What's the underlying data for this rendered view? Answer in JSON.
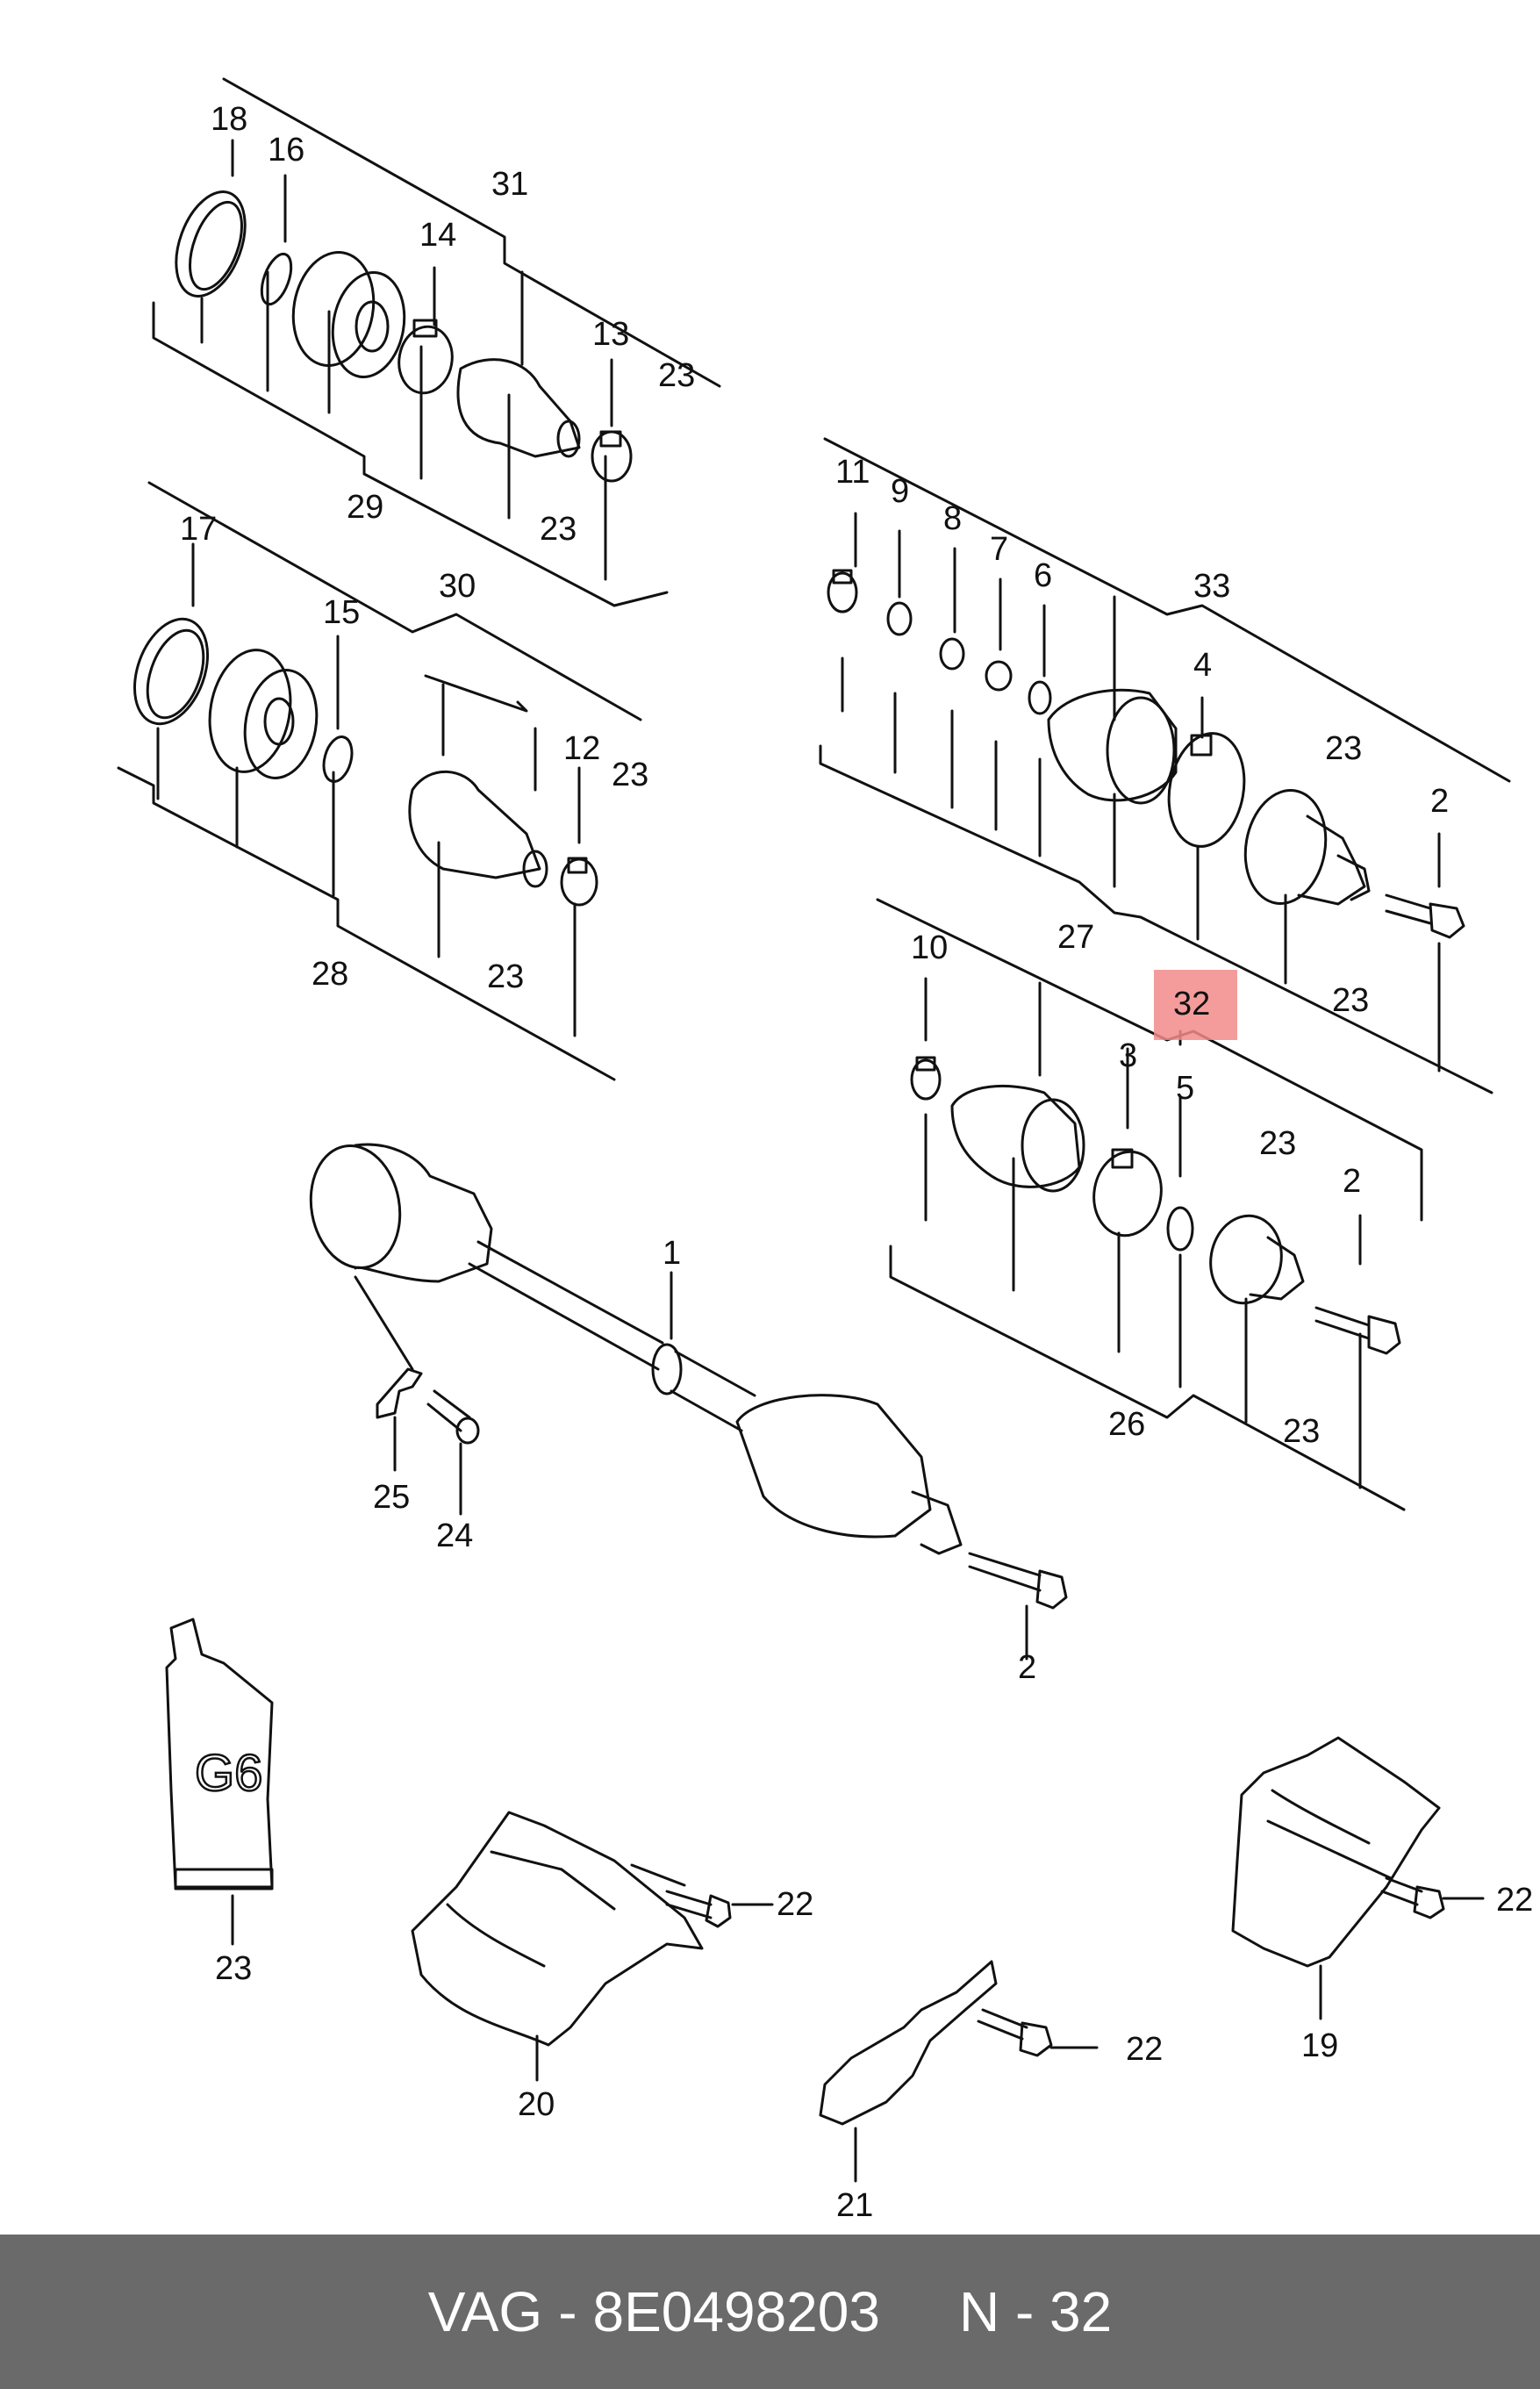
{
  "footer": {
    "brand": "VAG",
    "separator": "-",
    "part_number": "8E0498203",
    "ref": "N - 32"
  },
  "highlight": {
    "label": "32",
    "color": "#f28b8b"
  },
  "callouts": {
    "c18": "18",
    "c16": "16",
    "c31": "31",
    "c14": "14",
    "c13": "13",
    "c23a": "23",
    "c29": "29",
    "c23b": "23",
    "c17": "17",
    "c15": "15",
    "c30": "30",
    "c12": "12",
    "c23c": "23",
    "c28": "28",
    "c23d": "23",
    "c11": "11",
    "c9": "9",
    "c8": "8",
    "c7": "7",
    "c6": "6",
    "c33": "33",
    "c4": "4",
    "c23e": "23",
    "c2a": "2",
    "c27": "27",
    "c23f": "23",
    "c10": "10",
    "c3": "3",
    "c5": "5",
    "c23g": "23",
    "c2b": "2",
    "c26": "26",
    "c23h": "23",
    "c1": "1",
    "c25": "25",
    "c24": "24",
    "c2c": "2",
    "c23i": "23",
    "c22a": "22",
    "c20": "20",
    "c22b": "22",
    "c21": "21",
    "c22c": "22",
    "c19": "19"
  },
  "tube_label": "G6"
}
